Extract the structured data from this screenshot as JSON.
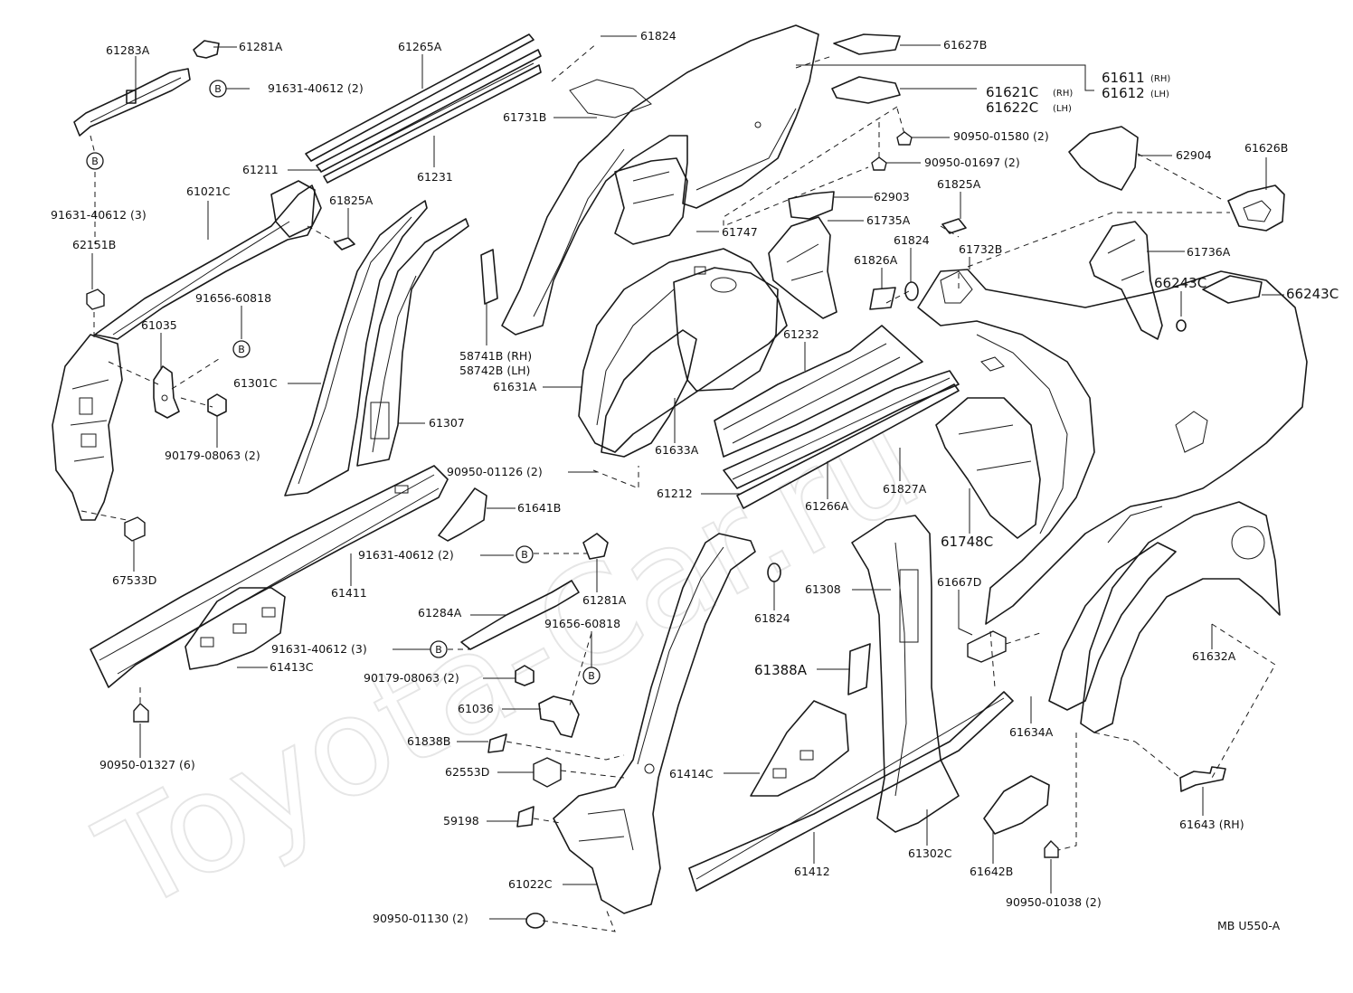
{
  "watermark": "Toyota-Car.ru",
  "drawing_code": "MB U550-A",
  "bolt_symbol": "B",
  "labels": {
    "l61283A": "61283A",
    "l61281A_top": "61281A",
    "l91631_40612_2_top": "91631-40612 (2)",
    "l61265A": "61265A",
    "l61824_top": "61824",
    "l61627B": "61627B",
    "l61611": "61611",
    "l61611_side": "(RH)",
    "l61612": "61612",
    "l61612_side": "(LH)",
    "l61621C": "61621C",
    "l61621C_side": "(RH)",
    "l61622C": "61622C",
    "l61622C_side": "(LH)",
    "l90950_01580": "90950-01580 (2)",
    "l90950_01697": "90950-01697 (2)",
    "l62904": "62904",
    "l61626B": "61626B",
    "l61731B": "61731B",
    "l61211": "61211",
    "l61231": "61231",
    "l91631_40612_3_left": "91631-40612 (3)",
    "l61021C": "61021C",
    "l61825A_left": "61825A",
    "l62903": "62903",
    "l61825A_right": "61825A",
    "l61735A": "61735A",
    "l61747": "61747",
    "l61824_mid": "61824",
    "l61732B": "61732B",
    "l61736A": "61736A",
    "l62151B": "62151B",
    "l91656_60818_left": "91656-60818",
    "l61035": "61035",
    "l61826A": "61826A",
    "l66243C_a": "66243C",
    "l66243C_b": "66243C",
    "l58741B": "58741B (RH)",
    "l58742B": "58742B (LH)",
    "l61301C": "61301C",
    "l61631A": "61631A",
    "l61232": "61232",
    "l61307": "61307",
    "l90179_08063_left": "90179-08063 (2)",
    "l61633A": "61633A",
    "l90950_01126": "90950-01126 (2)",
    "l61827A": "61827A",
    "l61212": "61212",
    "l61266A": "61266A",
    "l61641B": "61641B",
    "l61748C": "61748C",
    "l67533D": "67533D",
    "l91631_40612_2_mid": "91631-40612 (2)",
    "l61411": "61411",
    "l61281A_mid": "61281A",
    "l61824_low": "61824",
    "l61308": "61308",
    "l61667D": "61667D",
    "l61284A": "61284A",
    "l91656_60818_mid": "91656-60818",
    "l91631_40612_3_mid": "91631-40612 (3)",
    "l61413C": "61413C",
    "l61388A": "61388A",
    "l61632A": "61632A",
    "l90179_08063_mid": "90179-08063 (2)",
    "l61036": "61036",
    "l61634A": "61634A",
    "l61838B": "61838B",
    "l90950_01327": "90950-01327 (6)",
    "l62553D": "62553D",
    "l61414C": "61414C",
    "l59198": "59198",
    "l61643": "61643 (RH)",
    "l61302C": "61302C",
    "l61022C": "61022C",
    "l61412": "61412",
    "l61642B": "61642B",
    "l90950_01130": "90950-01130 (2)",
    "l90950_01038": "90950-01038 (2)"
  }
}
